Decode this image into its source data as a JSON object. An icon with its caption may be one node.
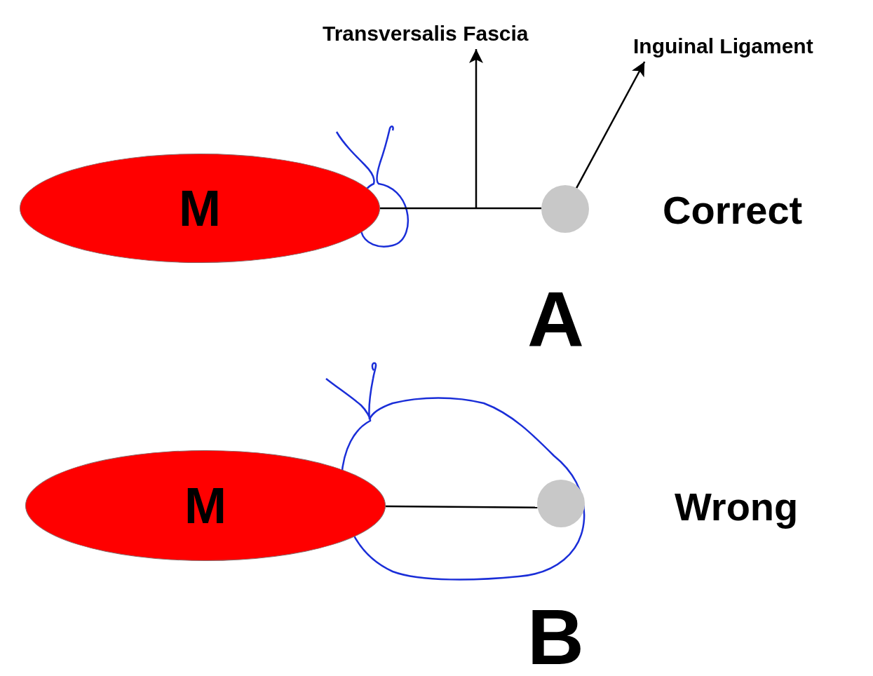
{
  "diagram": {
    "nodes": [
      {
        "text": [
          "M"
        ]
      },
      {
        "text": [],
        "shape": "circle"
      },
      {
        "text": [
          "Transversalis Fascia"
        ]
      },
      {
        "text": [
          "Inguinal Ligament"
        ]
      },
      {
        "text": [
          "M"
        ]
      },
      {
        "text": [],
        "shape": "circle"
      }
    ],
    "edges": [
      {
        "from": 0,
        "to": 1,
        "arrow": "none"
      },
      {
        "from": null,
        "to": 2,
        "arrow": "to"
      },
      {
        "from": 1,
        "to": 3,
        "arrow": "to"
      },
      {
        "from": 4,
        "to": 5,
        "arrow": "none"
      }
    ],
    "labels": [
      "Correct",
      "A",
      "Wrong",
      "B"
    ]
  }
}
